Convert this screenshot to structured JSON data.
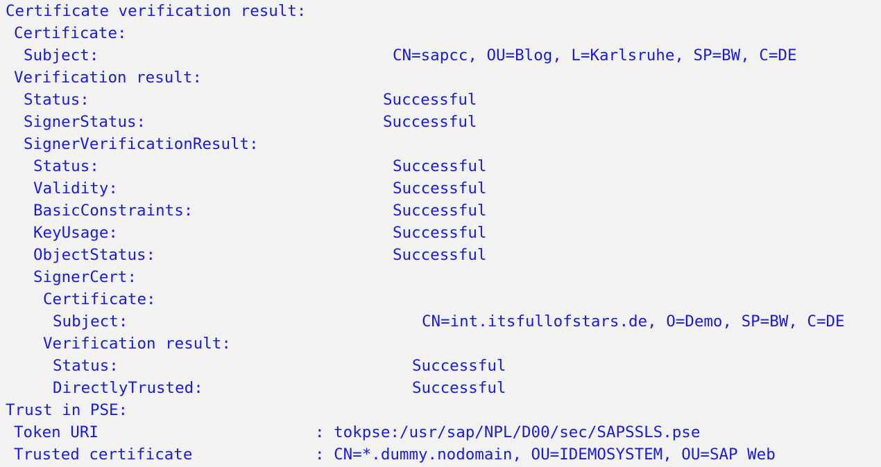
{
  "terminal": {
    "text_color": "#1a1add",
    "background_color": "#f2f2f2",
    "lines": [
      {
        "label": "Certificate verification result:",
        "value": ""
      },
      {
        "label": "Certificate:",
        "value": ""
      },
      {
        "label": "Subject:",
        "value": "CN=sapcc, OU=Blog, L=Karlsruhe, SP=BW, C=DE"
      },
      {
        "label": "Verification result:",
        "value": ""
      },
      {
        "label": "Status:",
        "value": "Successful"
      },
      {
        "label": "SignerStatus:",
        "value": "Successful"
      },
      {
        "label": "SignerVerificationResult:",
        "value": ""
      },
      {
        "label": "Status:",
        "value": "Successful"
      },
      {
        "label": "Validity:",
        "value": "Successful"
      },
      {
        "label": "BasicConstraints:",
        "value": "Successful"
      },
      {
        "label": "KeyUsage:",
        "value": "Successful"
      },
      {
        "label": "ObjectStatus:",
        "value": "Successful"
      },
      {
        "label": "SignerCert:",
        "value": ""
      },
      {
        "label": "Certificate:",
        "value": ""
      },
      {
        "label": "Subject:",
        "value": "CN=int.itsfullofstars.de, O=Demo, SP=BW, C=DE"
      },
      {
        "label": "Verification result:",
        "value": ""
      },
      {
        "label": "Status:",
        "value": "Successful"
      },
      {
        "label": "DirectlyTrusted:",
        "value": "Successful"
      },
      {
        "label": "Trust in PSE:",
        "value": ""
      },
      {
        "label": "Token URI",
        "value": ": tokpse:/usr/sap/NPL/D00/sec/SAPSSLS.pse"
      },
      {
        "label": "Trusted certificate",
        "value": ": CN=*.dummy.nodomain, OU=IDEMOSYSTEM, OU=SAP Web"
      }
    ]
  }
}
